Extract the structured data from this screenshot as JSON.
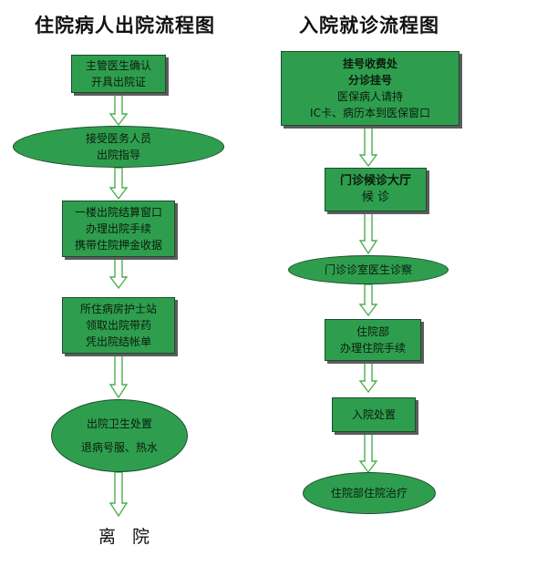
{
  "titles": {
    "left": "住院病人出院流程图",
    "right": "入院就诊流程图"
  },
  "left_flow": {
    "step1": [
      "主管医生确认",
      "开具出院证"
    ],
    "step2": [
      "接受医务人员",
      "出院指导"
    ],
    "step3": [
      "一楼出院结算窗口",
      "办理出院手续",
      "携带住院押金收据"
    ],
    "step4": [
      "所住病房护士站",
      "领取出院带药",
      "凭出院结帐单"
    ],
    "step5": [
      "出院卫生处置",
      "退病号服、热水"
    ],
    "end": "离 院"
  },
  "right_flow": {
    "step1": [
      "挂号收费处",
      "分诊挂号",
      "医保病人请持",
      "IC卡、病历本到医保窗口"
    ],
    "step2": [
      "门诊候诊大厅",
      "候 诊"
    ],
    "step3": [
      "门诊诊室医生诊察"
    ],
    "step4": [
      "住院部",
      "办理住院手续"
    ],
    "step5": [
      "入院处置"
    ],
    "step6": [
      "住院部住院治疗"
    ]
  },
  "colors": {
    "fill": "#2e9e4e",
    "arrow": "#4caf50",
    "shadow": "#5c5c5c"
  }
}
